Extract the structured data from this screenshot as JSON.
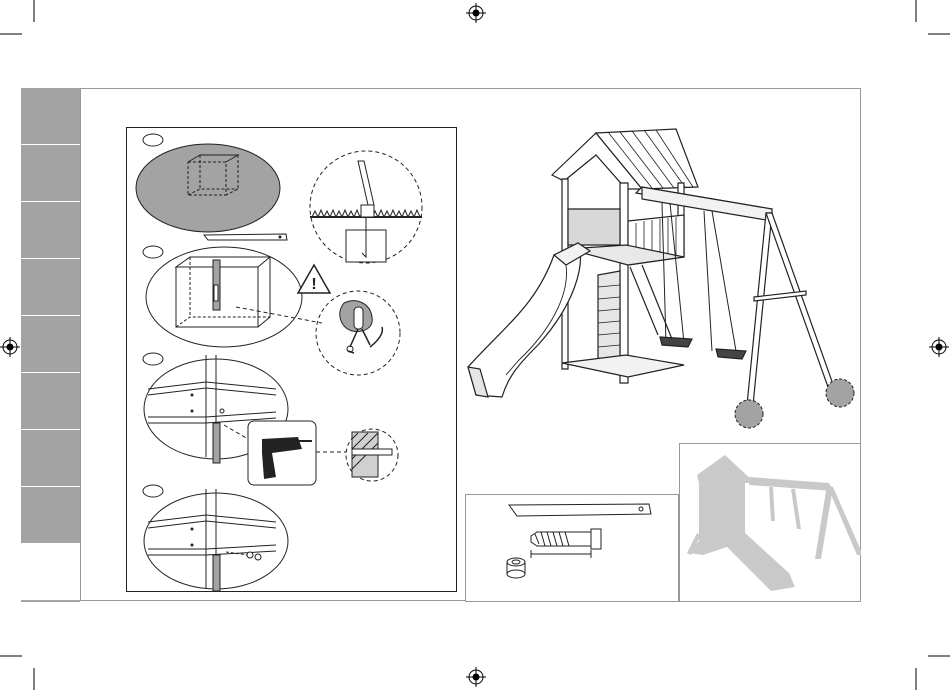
{
  "sidebar": {
    "tab_count": 8,
    "tab_color": "#a3a3a3"
  },
  "steps": [
    {
      "label": "1",
      "icon": "ground-hole-icon"
    },
    {
      "label": "2",
      "icon": "concrete-anchor-icon"
    },
    {
      "label": "3",
      "icon": "drill-icon"
    },
    {
      "label": "4",
      "icon": "bolt-fastening-icon"
    }
  ],
  "parts": {
    "icons": [
      "ground-anchor-icon",
      "lag-bolt-icon",
      "bushing-icon"
    ]
  },
  "colors": {
    "line": "#222222",
    "grey_fill": "#a3a3a3",
    "highlight_fill": "#c9c9c9",
    "light_grey": "#d0d0d0"
  }
}
